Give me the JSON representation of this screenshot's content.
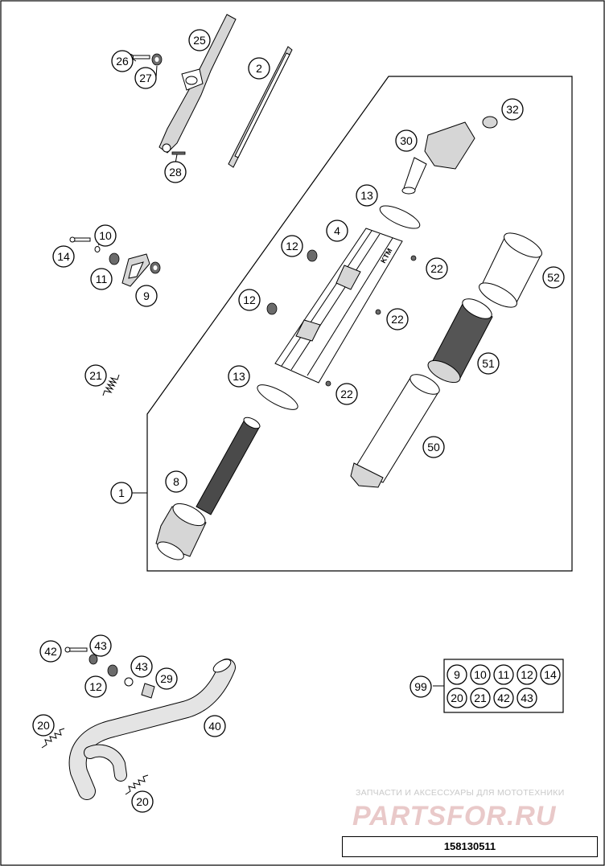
{
  "callouts": {
    "c1": "1",
    "c2": "2",
    "c4": "4",
    "c8": "8",
    "c9": "9",
    "c10": "10",
    "c11": "11",
    "c12a": "12",
    "c12b": "12",
    "c12c": "12",
    "c13a": "13",
    "c13b": "13",
    "c14": "14",
    "c20a": "20",
    "c20b": "20",
    "c21": "21",
    "c22a": "22",
    "c22b": "22",
    "c22c": "22",
    "c25": "25",
    "c26": "26",
    "c27": "27",
    "c28": "28",
    "c29": "29",
    "c30": "30",
    "c32": "32",
    "c40": "40",
    "c42": "42",
    "c43a": "43",
    "c43b": "43",
    "c50": "50",
    "c51": "51",
    "c52": "52",
    "c99": "99"
  },
  "kit_99": [
    "9",
    "10",
    "11",
    "12",
    "14",
    "20",
    "21",
    "42",
    "43"
  ],
  "watermark": {
    "tagline": "ЗАПЧАСТИ И АКСЕССУАРЫ ДЛЯ МОТОТЕХНИКИ",
    "logo": "PARTSFOR.RU"
  },
  "drawing_number": "158130511",
  "muffler_brand": "KTM"
}
